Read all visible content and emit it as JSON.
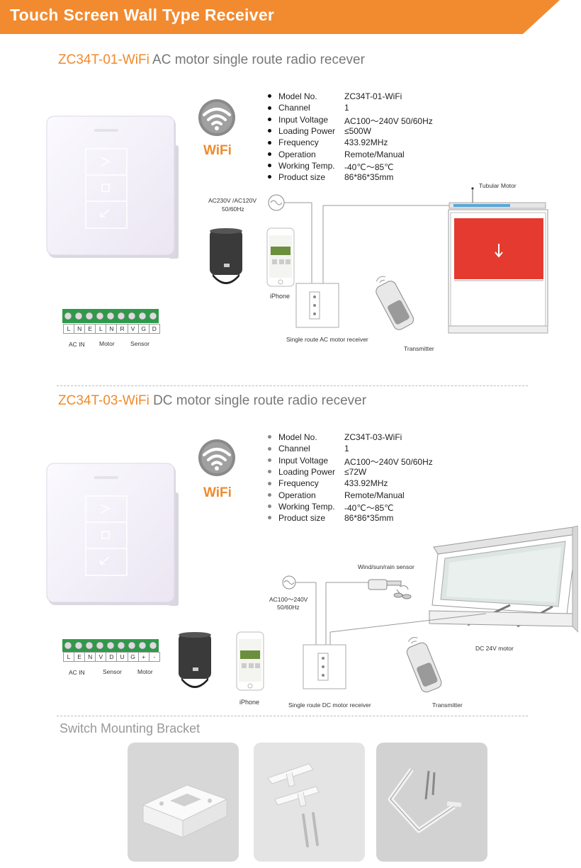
{
  "banner": {
    "title": "Touch Screen Wall Type Receiver",
    "color": "#f28a30"
  },
  "section1": {
    "model_code": "ZC34T-01-WiFi",
    "model_desc": " AC motor single route radio recever",
    "wifi": "WiFi",
    "bullet_color": "#111111",
    "specs": [
      {
        "label": "Model No.",
        "value": "ZC34T-01-WiFi"
      },
      {
        "label": "Channel",
        "value": "1"
      },
      {
        "label": "Input Voltage",
        "value": "AC100～240V 50/60Hz"
      },
      {
        "label": "Loading Power",
        "value": "≤500W"
      },
      {
        "label": "Frequency",
        "value": "433.92MHz"
      },
      {
        "label": "Operation",
        "value": "Remote/Manual"
      },
      {
        "label": "Working Temp.",
        "value": "-40℃～85℃"
      },
      {
        "label": "Product size",
        "value": "86*86*35mm"
      }
    ],
    "power_label_1": "AC230V /AC120V",
    "power_label_2": "50/60Hz",
    "motor_label": "Tubular Motor",
    "iphone_label": "iPhone",
    "receiver_label": "Single route AC motor receiver",
    "transmitter_label": "Transmitter",
    "terminals": [
      "L",
      "N",
      "E",
      "L",
      "N",
      "R",
      "V",
      "G",
      "D"
    ],
    "terminal_groups": [
      "AC IN",
      "Motor",
      "Sensor"
    ]
  },
  "section2": {
    "model_code": "ZC34T-03-WiFi",
    "model_desc": " DC motor single route radio recever",
    "wifi": "WiFi",
    "bullet_color": "#888888",
    "specs": [
      {
        "label": "Model No.",
        "value": "ZC34T-03-WiFi"
      },
      {
        "label": "Channel",
        "value": "1"
      },
      {
        "label": "Input Voltage",
        "value": "AC100～240V 50/60Hz"
      },
      {
        "label": "Loading Power",
        "value": "≤72W"
      },
      {
        "label": "Frequency",
        "value": "433.92MHz"
      },
      {
        "label": "Operation",
        "value": "Remote/Manual"
      },
      {
        "label": "Working Temp.",
        "value": "-40℃～85℃"
      },
      {
        "label": "Product size",
        "value": "86*86*35mm"
      }
    ],
    "power_label_1": "AC100～240V",
    "power_label_2": "50/60Hz",
    "sensor_label": "Wind/sun/rain  sensor",
    "motor_label": "DC 24V motor",
    "iphone_label": "iPhone",
    "receiver_label": "Single route DC motor receiver",
    "transmitter_label": "Transmitter",
    "terminals": [
      "L",
      "E",
      "N",
      "V",
      "D",
      "U",
      "G",
      "+",
      "-"
    ],
    "terminal_groups": [
      "AC IN",
      "Sensor",
      "Motor"
    ]
  },
  "bracket": {
    "title": "Switch Mounting Bracket"
  }
}
